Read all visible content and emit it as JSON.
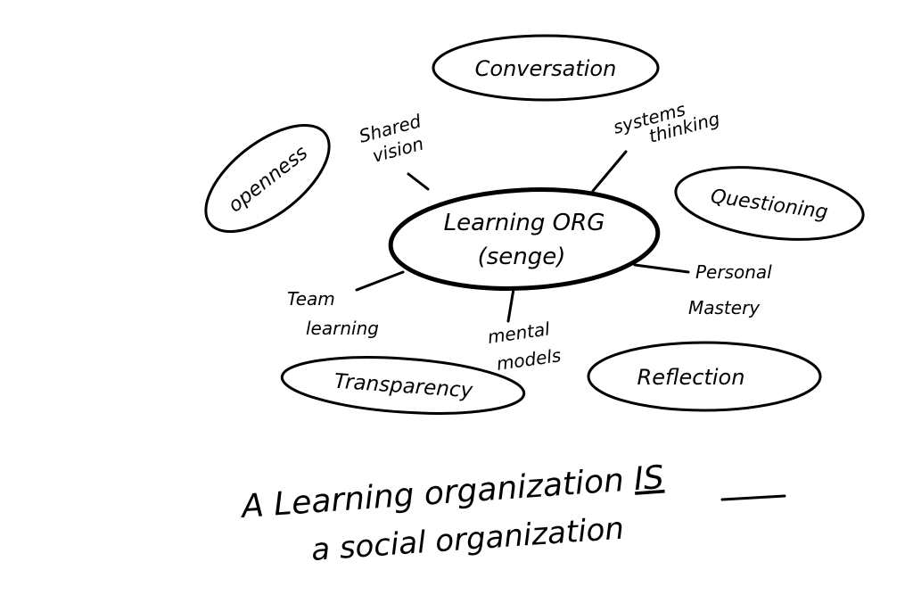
{
  "center": {
    "line1": "Learning ORG",
    "line2": "(senge)"
  },
  "circled": {
    "conversation": "Conversation",
    "openness": "openness",
    "questioning": "Questioning",
    "transparency": "Transparency",
    "reflection": "Reflection"
  },
  "disciplines": {
    "shared_vision": [
      "Shared",
      "vision"
    ],
    "systems_thinking": [
      "systems",
      "thinking"
    ],
    "personal_mastery": [
      "Personal",
      "Mastery"
    ],
    "team_learning": [
      "Team",
      "learning"
    ],
    "mental_models": [
      "mental",
      "models"
    ]
  },
  "caption": {
    "line1_a": "A Learning organization ",
    "line1_b": "IS",
    "line2": "a social organization"
  }
}
